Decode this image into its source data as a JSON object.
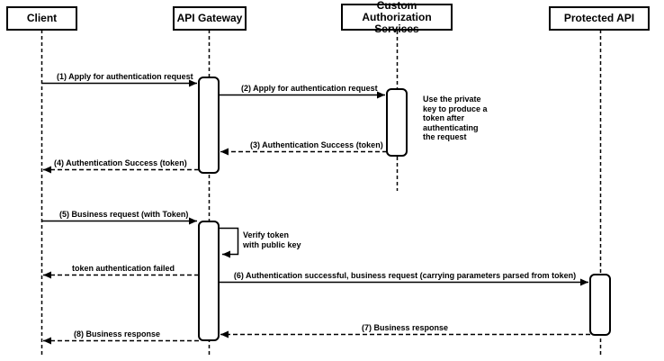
{
  "diagram": {
    "type": "sequence-diagram",
    "actors": [
      {
        "label": "Client"
      },
      {
        "label": "API Gateway"
      },
      {
        "label": "Custom Authorization\nServices"
      },
      {
        "label": "Protected API"
      }
    ],
    "messages": [
      {
        "label": "(1) Apply for authentication request",
        "from": "Client",
        "to": "API Gateway",
        "style": "solid"
      },
      {
        "label": "(2) Apply for authentication request",
        "from": "API Gateway",
        "to": "Custom Authorization Services",
        "style": "solid"
      },
      {
        "label": "(3) Authentication Success (token)",
        "from": "Custom Authorization Services",
        "to": "API Gateway",
        "style": "dashed"
      },
      {
        "label": "(4) Authentication Success (token)",
        "from": "API Gateway",
        "to": "Client",
        "style": "dashed"
      },
      {
        "label": "(5) Business request (with Token)",
        "from": "Client",
        "to": "API Gateway",
        "style": "solid"
      },
      {
        "label": "Verify token\nwith public key",
        "from": "API Gateway",
        "to": "API Gateway",
        "style": "self"
      },
      {
        "label": "token authentication failed",
        "from": "API Gateway",
        "to": "Client",
        "style": "dashed"
      },
      {
        "label": "(6) Authentication successful, business request (carrying parameters parsed from token)",
        "from": "API Gateway",
        "to": "Protected API",
        "style": "solid"
      },
      {
        "label": "(7) Business response",
        "from": "Protected API",
        "to": "API Gateway",
        "style": "dashed"
      },
      {
        "label": "(8) Business response",
        "from": "API Gateway",
        "to": "Client",
        "style": "dashed"
      }
    ],
    "notes": [
      {
        "text": "Use the private\nkey to produce a\ntoken after\nauthenticating\nthe request"
      }
    ],
    "colors": {
      "line": "#000000",
      "fill": "#ffffff",
      "text": "#000000"
    }
  }
}
